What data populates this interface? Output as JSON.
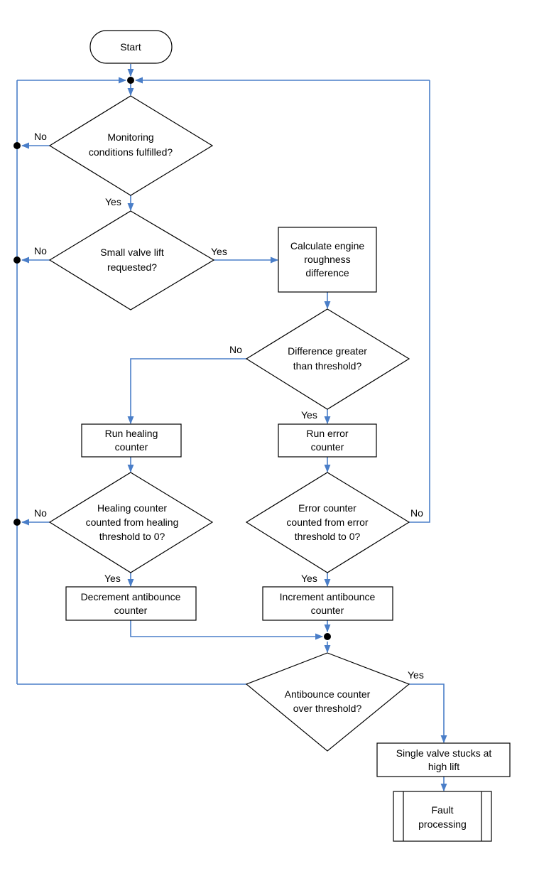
{
  "diagram": {
    "type": "flowchart",
    "line_color": "#4a7ec8",
    "nodes": {
      "start": {
        "label": "Start"
      },
      "monitoring": {
        "line1": "Monitoring",
        "line2": "conditions fulfilled?"
      },
      "small_lift": {
        "line1": "Small valve lift",
        "line2": "requested?"
      },
      "calc_roughness": {
        "line1": "Calculate engine",
        "line2": "roughness",
        "line3": "difference"
      },
      "diff_threshold": {
        "line1": "Difference greater",
        "line2": "than threshold?"
      },
      "run_healing": {
        "line1": "Run healing",
        "line2": "counter"
      },
      "run_error": {
        "line1": "Run error",
        "line2": "counter"
      },
      "healing_check": {
        "line1": "Healing counter",
        "line2": "counted from healing",
        "line3": "threshold to 0?"
      },
      "error_check": {
        "line1": "Error counter",
        "line2": "counted from error",
        "line3": "threshold to 0?"
      },
      "decrement": {
        "line1": "Decrement antibounce",
        "line2": "counter"
      },
      "increment": {
        "line1": "Increment antibounce",
        "line2": "counter"
      },
      "antibounce_check": {
        "line1": "Antibounce counter",
        "line2": "over threshold?"
      },
      "valve_stuck": {
        "line1": "Single valve stucks at",
        "line2": "high lift"
      },
      "fault": {
        "line1": "Fault",
        "line2": "processing"
      }
    },
    "edge_labels": {
      "monitoring_no": "No",
      "monitoring_yes": "Yes",
      "small_lift_no": "No",
      "small_lift_yes": "Yes",
      "diff_no": "No",
      "diff_yes": "Yes",
      "healing_no": "No",
      "healing_yes": "Yes",
      "error_no": "No",
      "error_yes": "Yes",
      "antibounce_yes": "Yes"
    }
  }
}
